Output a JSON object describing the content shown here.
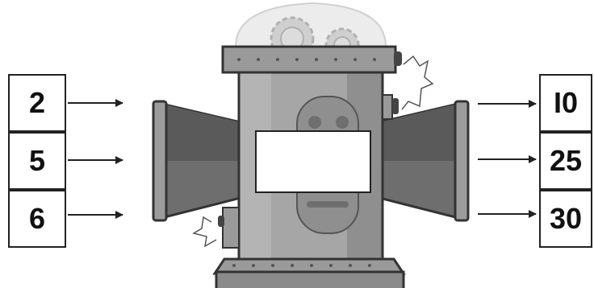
{
  "inputs": [
    "2",
    "5",
    "6"
  ],
  "outputs": [
    "I0",
    "25",
    "30"
  ],
  "machine": {
    "rule": ""
  },
  "colors": {
    "machine_light": "#a6a6a6",
    "machine_mid": "#8f8f8f",
    "machine_dark": "#5c5c5c",
    "outline": "#333333",
    "dome": "#e6e6e6"
  }
}
